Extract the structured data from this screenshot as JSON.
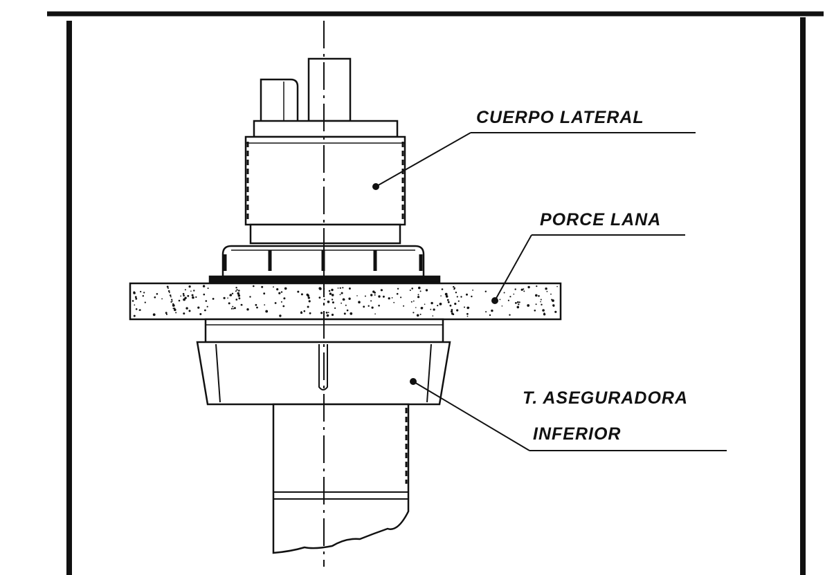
{
  "labels": {
    "cuerpo_lateral": "CUERPO LATERAL",
    "porcelana": "PORCE LANA",
    "tuerca_line1": "T. ASEGURADORA",
    "tuerca_line2": "INFERIOR"
  },
  "colors": {
    "ink": "#111111",
    "background": "#ffffff"
  }
}
